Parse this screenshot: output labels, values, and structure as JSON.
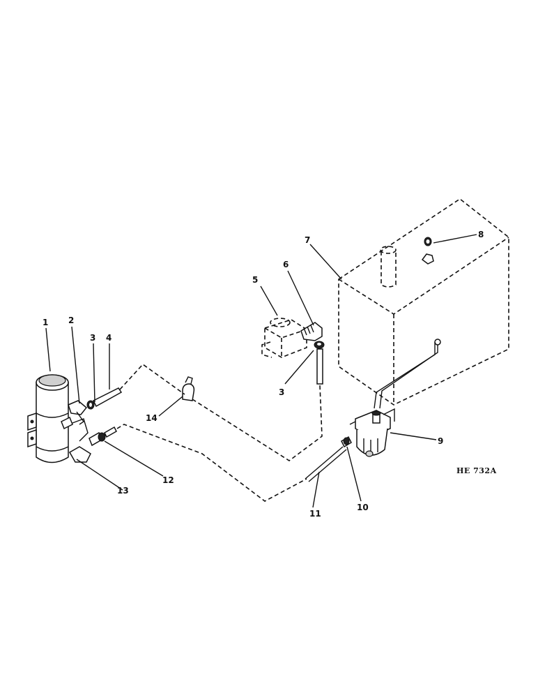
{
  "drawing_code": "HE 732A",
  "callouts": [
    {
      "id": "c1",
      "text": "1"
    },
    {
      "id": "c2",
      "text": "2"
    },
    {
      "id": "c3a",
      "text": "3"
    },
    {
      "id": "c4",
      "text": "4"
    },
    {
      "id": "c5",
      "text": "5"
    },
    {
      "id": "c6",
      "text": "6"
    },
    {
      "id": "c3b",
      "text": "3"
    },
    {
      "id": "c7",
      "text": "7"
    },
    {
      "id": "c8",
      "text": "8"
    },
    {
      "id": "c9",
      "text": "9"
    },
    {
      "id": "c10",
      "text": "10"
    },
    {
      "id": "c11",
      "text": "11"
    },
    {
      "id": "c12",
      "text": "12"
    },
    {
      "id": "c13",
      "text": "13"
    },
    {
      "id": "c14",
      "text": "14"
    }
  ]
}
